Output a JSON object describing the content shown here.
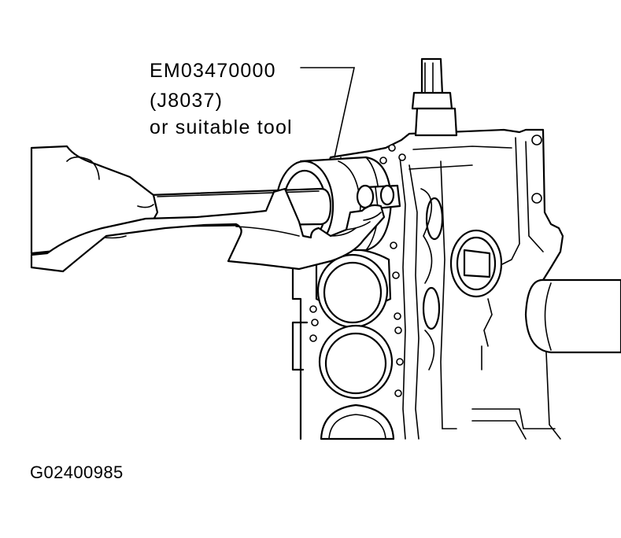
{
  "callout": {
    "part_number": "EM03470000",
    "alt_part_number": "(J8037)",
    "note": "or suitable tool"
  },
  "figure_id": "G02400985",
  "colors": {
    "ink": "#000000",
    "paper": "#ffffff"
  }
}
